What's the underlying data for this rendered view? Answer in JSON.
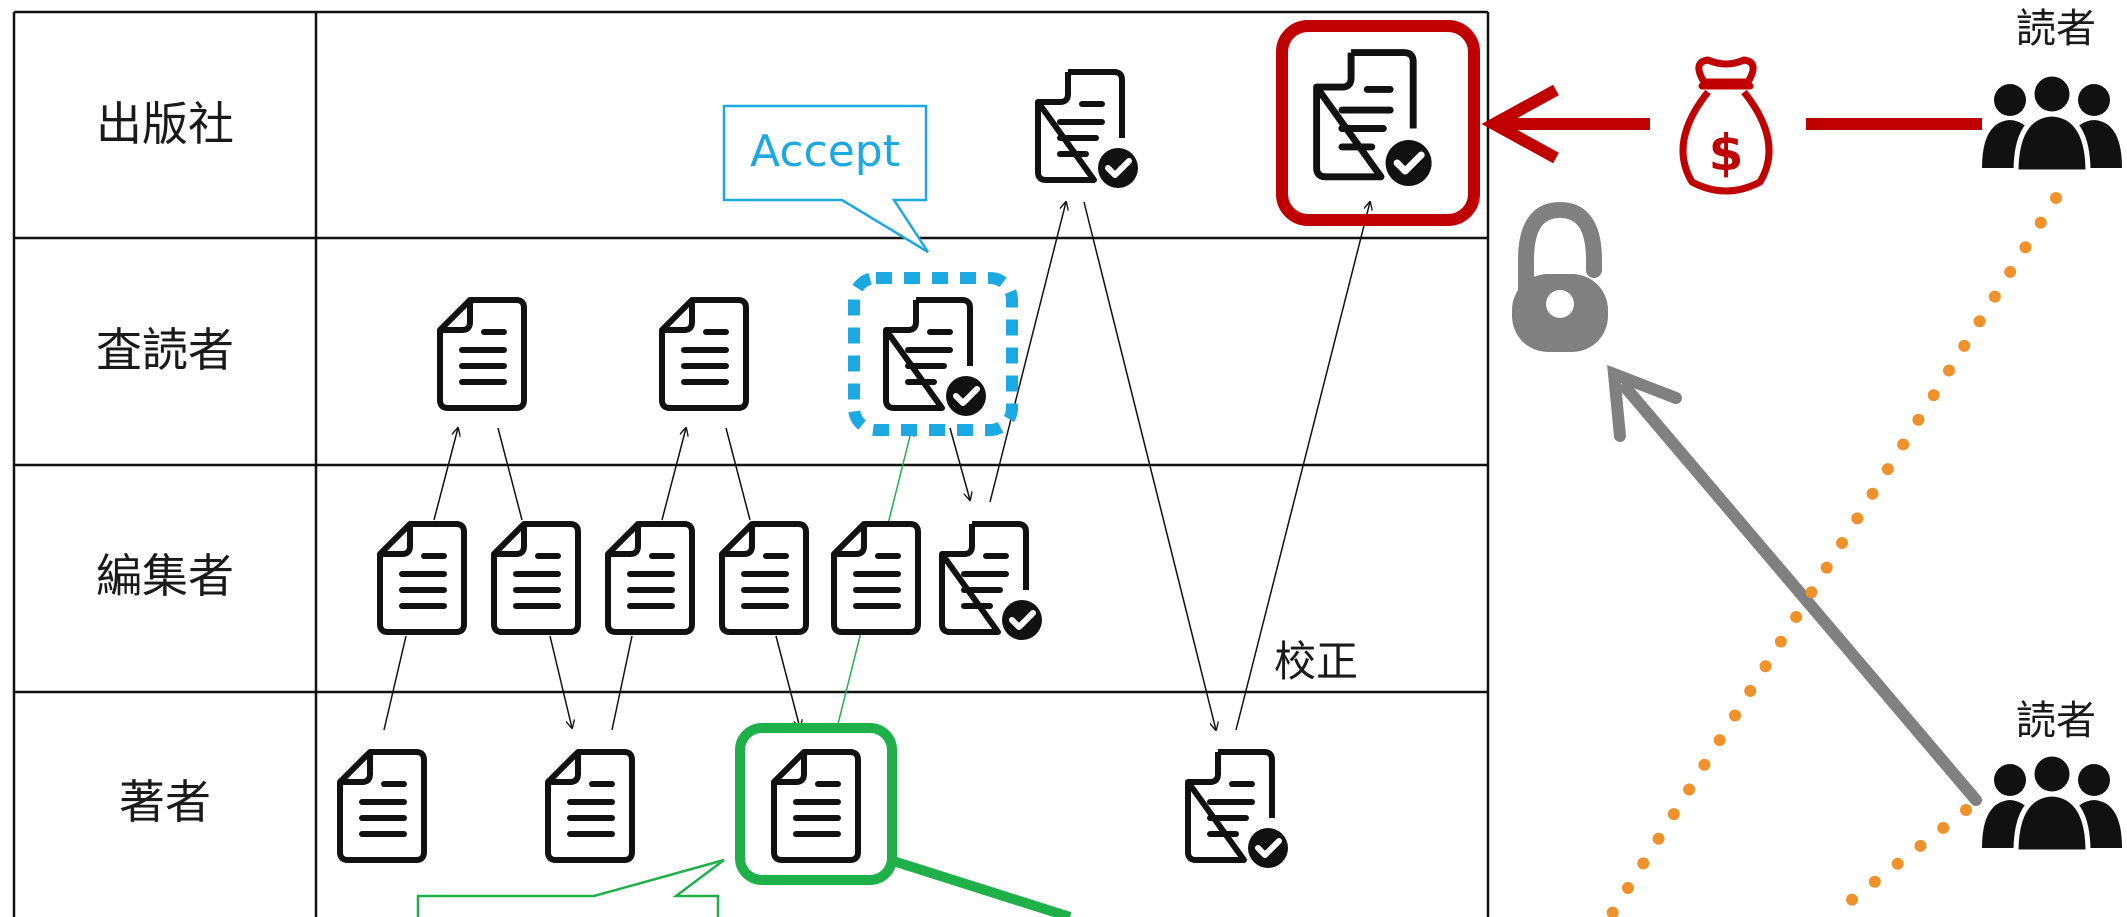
{
  "rows": [
    {
      "label": "出版社"
    },
    {
      "label": "査読者"
    },
    {
      "label": "編集者"
    },
    {
      "label": "著者"
    }
  ],
  "annotations": {
    "accept": "Accept",
    "proofreading": "校正"
  },
  "readers": {
    "top": "読者",
    "bottom": "読者"
  },
  "icons": {
    "document": "document-icon",
    "approved_document": "document-check-icon",
    "money": "money-bag-icon",
    "lock": "padlock-icon",
    "people": "people-group-icon"
  },
  "colors": {
    "ink": "#111111",
    "accept_blue": "#1ca8e0",
    "author_green": "#1fb04a",
    "published_red": "#c00000",
    "lock_gray": "#808080",
    "dots_orange": "#f0922b"
  }
}
